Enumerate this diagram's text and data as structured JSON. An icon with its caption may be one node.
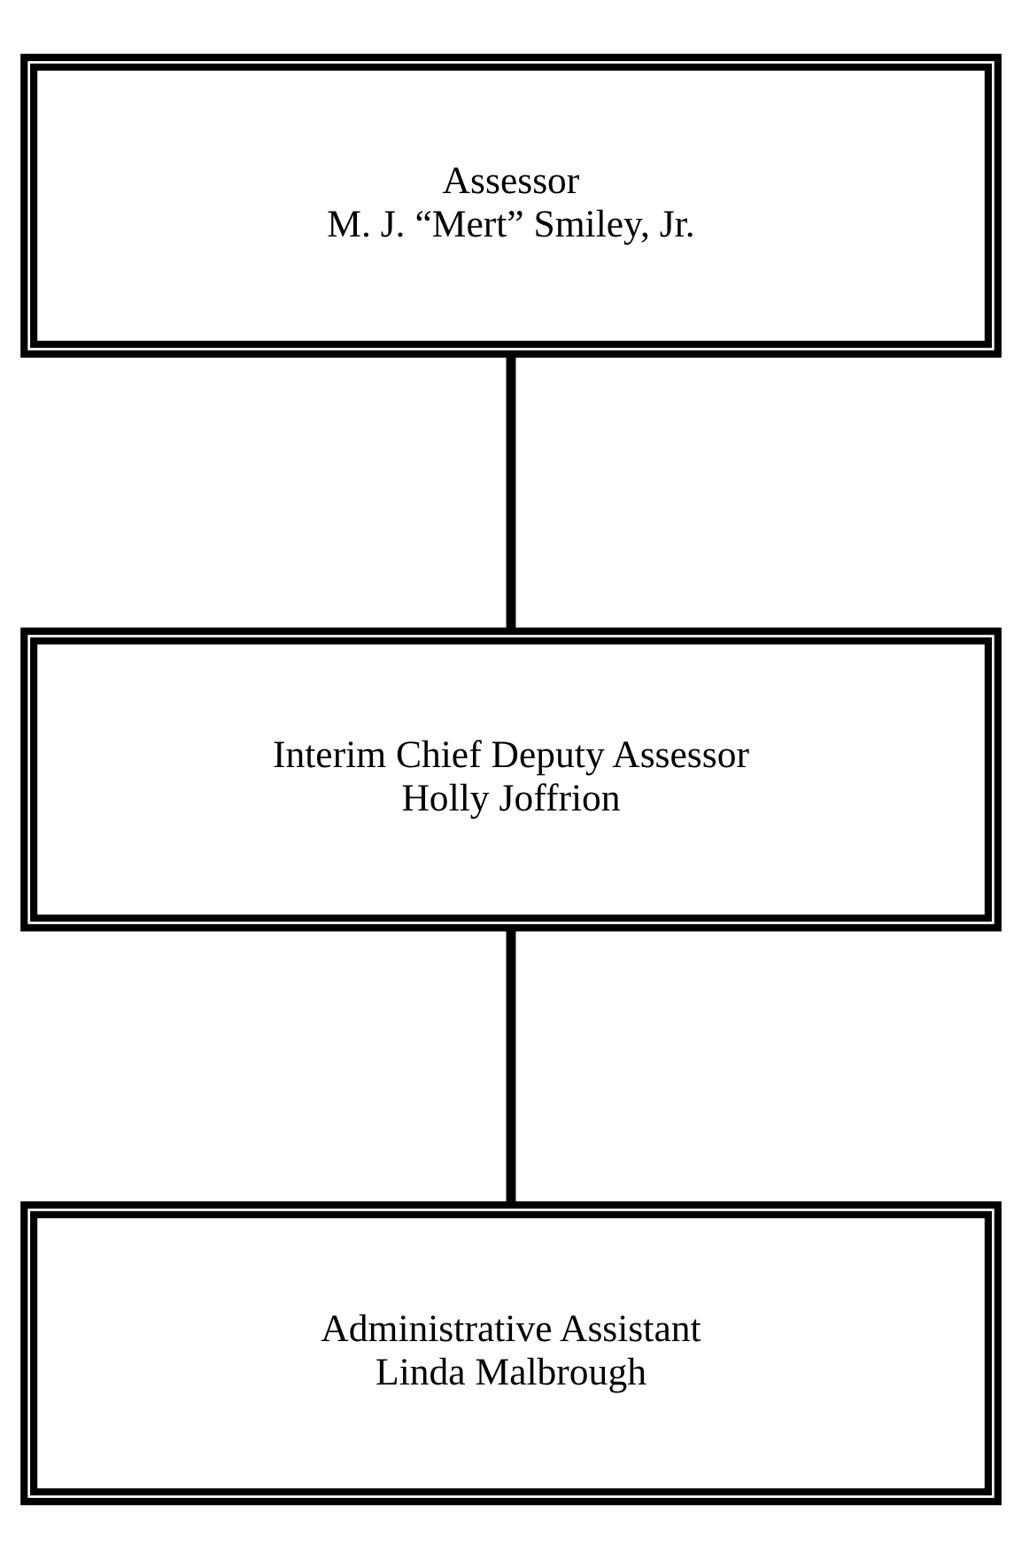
{
  "diagram": {
    "nodes": [
      {
        "text": [
          "Assessor",
          "M. J. “Mert” Smiley, Jr."
        ]
      },
      {
        "text": [
          "Interim Chief Deputy Assessor",
          "Holly Joffrion"
        ]
      },
      {
        "text": [
          "Administrative Assistant",
          "Linda Malbrough"
        ]
      }
    ],
    "edges": [
      {
        "from": 0,
        "to": 1,
        "arrow": "none"
      },
      {
        "from": 1,
        "to": 2,
        "arrow": "none"
      }
    ]
  }
}
